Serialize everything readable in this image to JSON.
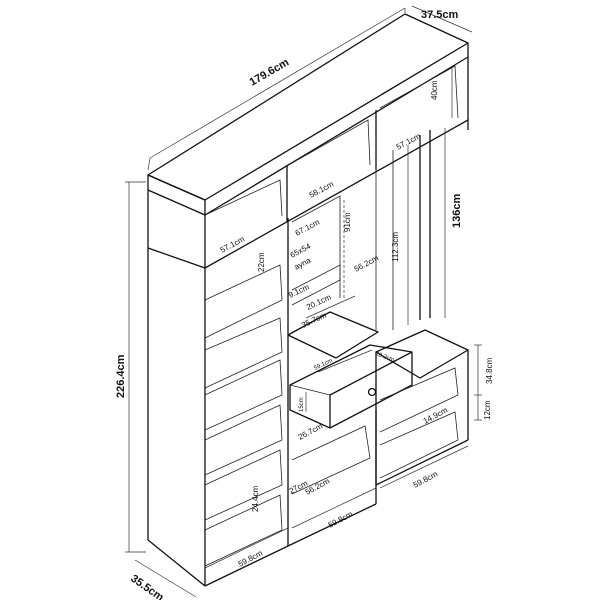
{
  "dimensions": {
    "total_width": "179.6cm",
    "top_depth": "37.5cm",
    "total_height": "226.4cm",
    "base_depth": "35.5cm",
    "top_shelf_height": "40cm",
    "top_cubby_width": "57.1cm",
    "top_cubby_width_left": "57.1cm",
    "top_mid_width": "58.1cm",
    "hanging_height": "136cm",
    "hanging_inner": "112.3cm",
    "hanging_width": "56.2cm",
    "mirror_height": "91cm",
    "mirror_label_1": "67.1cm",
    "mirror_size": "65x54",
    "mirror_word": "ayna",
    "left_top_gap": "22cm",
    "mid_shelf_1": "9.1cm",
    "mid_shelf_2": "20.1cm",
    "mid_shelf_width": "35.7cm",
    "drawer_width": "59.1cm",
    "drawer_depth": "28.2cm",
    "drawer_height": "15cm",
    "mid_lower": "26.7cm",
    "mid_bottom": "27cm",
    "mid_bottom_width": "56.2cm",
    "right_module_height": "34.8cm",
    "right_shelf": "14.9cm",
    "right_base": "12cm",
    "left_shelf_bottom": "24.4cm",
    "bottom_left_width": "59.8cm",
    "bottom_mid_width": "59.8cm",
    "right_bottom_width": "59.8cm"
  }
}
